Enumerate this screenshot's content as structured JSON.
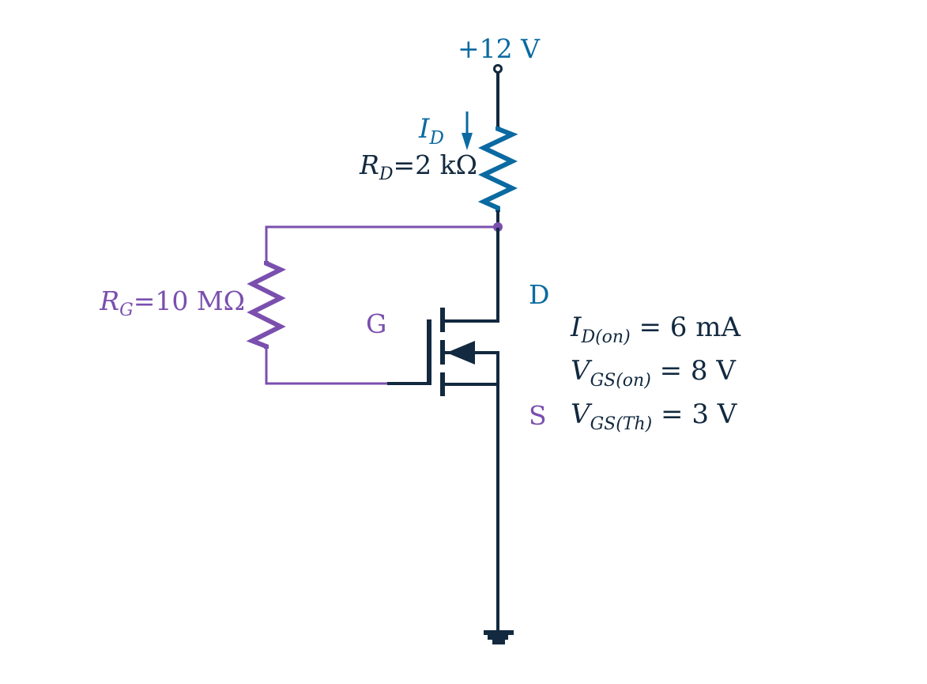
{
  "colors": {
    "wire": "#12293f",
    "blue": "#0a6aa1",
    "purple": "#7a4fae",
    "background": "#ffffff"
  },
  "supply": {
    "label": "+12 V"
  },
  "drain_current": {
    "symbol": "I",
    "subscript": "D"
  },
  "drain_resistor": {
    "symbol": "R",
    "subscript": "D",
    "value": "=2 kΩ"
  },
  "gate_resistor": {
    "symbol": "R",
    "subscript": "G",
    "value": "=10 MΩ"
  },
  "terminals": {
    "drain": "D",
    "gate": "G",
    "source": "S"
  },
  "parameters": [
    {
      "symbol": "I",
      "subscript": "D(on)",
      "value": " = 6 mA"
    },
    {
      "symbol": "V",
      "subscript": "GS(on)",
      "value": " = 8 V"
    },
    {
      "symbol": "V",
      "subscript": "GS(Th)",
      "value": " = 3 V"
    }
  ],
  "icons": {
    "supply_terminal": "open-circle-terminal-icon",
    "ground": "ground-icon",
    "current_arrow": "arrow-down-icon",
    "mosfet": "n-channel-enhancement-mosfet-icon"
  }
}
